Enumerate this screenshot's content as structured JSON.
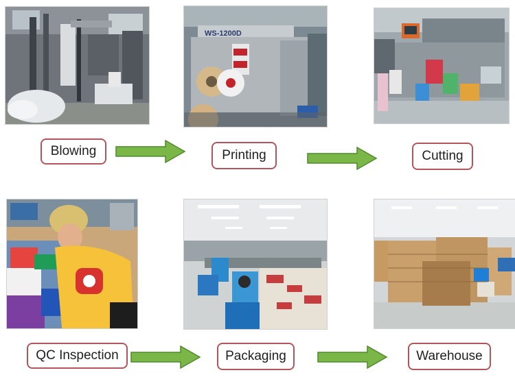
{
  "steps": [
    {
      "label": "Blowing"
    },
    {
      "label": "Printing"
    },
    {
      "label": "Cutting"
    },
    {
      "label": "QC Inspection"
    },
    {
      "label": "Packaging"
    },
    {
      "label": "Warehouse"
    }
  ],
  "photos": {
    "printing_machine_sign": "WS-1200D"
  },
  "colors": {
    "label_border": "#b4545a",
    "arrow_fill": "#7ab648",
    "arrow_stroke": "#4f8a2c"
  }
}
